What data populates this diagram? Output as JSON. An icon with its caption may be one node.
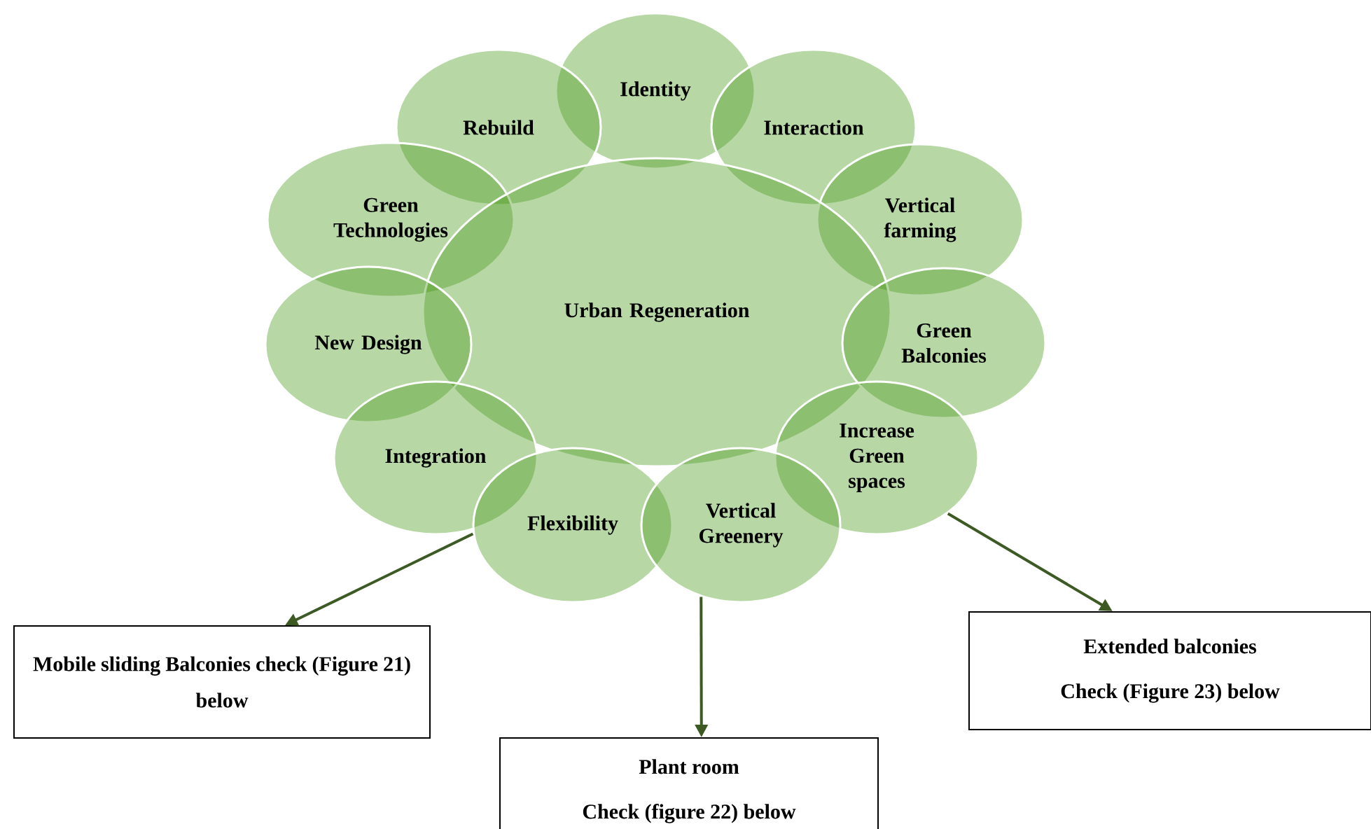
{
  "diagram": {
    "nodes": [
      {
        "text": [
          "Identity"
        ]
      },
      {
        "text": [
          "Rebuild"
        ]
      },
      {
        "text": [
          "Interaction"
        ]
      },
      {
        "text": [
          "Green Technologies"
        ]
      },
      {
        "text": [
          "Vertical farming"
        ]
      },
      {
        "text": [
          "Urban Regeneration"
        ]
      },
      {
        "text": [
          "New Design"
        ]
      },
      {
        "text": [
          "Green Balconies"
        ]
      },
      {
        "text": [
          "Integration"
        ]
      },
      {
        "text": [
          "Increase Green spaces"
        ]
      },
      {
        "text": [
          "Flexibility"
        ]
      },
      {
        "text": [
          "Vertical Greenery"
        ]
      },
      {
        "text": [
          "Mobile sliding Balconies check (Figure 21) below"
        ]
      },
      {
        "text": [
          "Extended balconies",
          "Check (Figure 23) below"
        ]
      },
      {
        "text": [
          "Plant room",
          "Check (figure 22) below"
        ]
      }
    ],
    "edges": [
      {
        "from": 10,
        "to": 12,
        "arrow": "to"
      },
      {
        "from": 11,
        "to": 14,
        "arrow": "to"
      },
      {
        "from": 9,
        "to": 13,
        "arrow": "to"
      }
    ]
  }
}
